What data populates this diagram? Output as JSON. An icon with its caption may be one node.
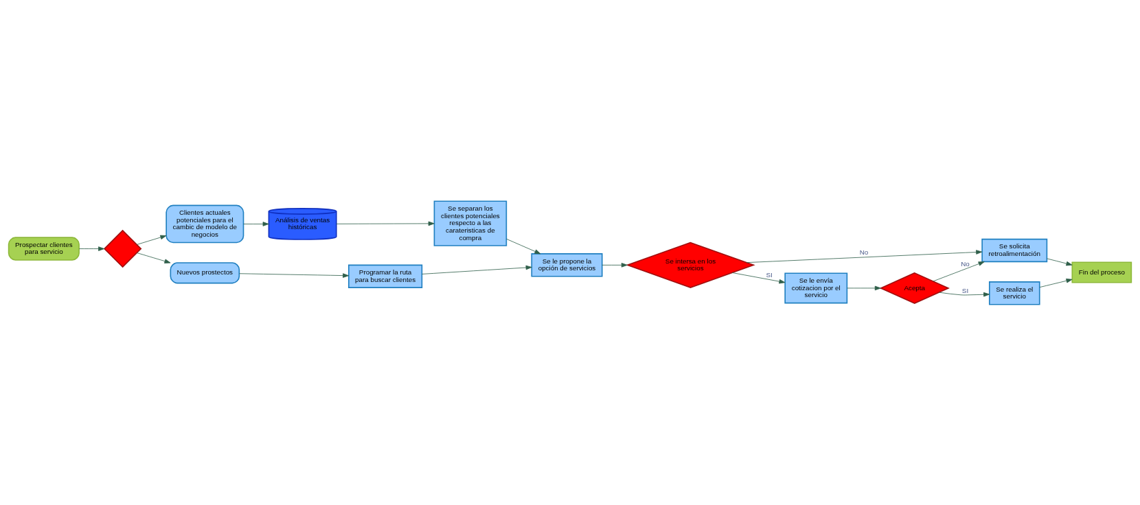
{
  "diagram": {
    "nodes": [
      {
        "text": [
          "Prospectar clientes para servicio"
        ]
      },
      {
        "text": [],
        "shape": "diamond"
      },
      {
        "text": [
          "Clientes actuales potenciales para el cambic de modelo de negocios"
        ]
      },
      {
        "text": [
          "Análisis de ventas históricas"
        ]
      },
      {
        "text": [
          "Se separan los clientes potenciales respecto a las carateristicas de compra"
        ]
      },
      {
        "text": [
          "Nuevos prostectos"
        ]
      },
      {
        "text": [
          "Programar la ruta para buscar clientes"
        ]
      },
      {
        "text": [
          "Se le propone la opción de servicios"
        ]
      },
      {
        "text": [
          "Se intersa en los servicios"
        ]
      },
      {
        "text": [
          "Se solicita retroalimentación"
        ]
      },
      {
        "text": [
          "Fin del proceso"
        ]
      },
      {
        "text": [
          "Se le envía cotizacion por el servicio"
        ]
      },
      {
        "text": [
          "Acepta"
        ]
      },
      {
        "text": [
          "Se realiza el servicio"
        ]
      }
    ],
    "edges": [
      {
        "from": 0,
        "to": 1,
        "arrow": "to"
      },
      {
        "from": 1,
        "to": 2,
        "arrow": "to"
      },
      {
        "from": 1,
        "to": 5,
        "arrow": "to"
      },
      {
        "from": 2,
        "to": 3,
        "arrow": "to"
      },
      {
        "from": 3,
        "to": 4,
        "arrow": "to"
      },
      {
        "from": 4,
        "to": 7,
        "arrow": "to"
      },
      {
        "from": 5,
        "to": 6,
        "arrow": "to"
      },
      {
        "from": 6,
        "to": 7,
        "arrow": "to"
      },
      {
        "from": 7,
        "to": 8,
        "arrow": "to"
      },
      {
        "from": 8,
        "to": 9,
        "arrow": "to",
        "label": "No"
      },
      {
        "from": 8,
        "to": 11,
        "arrow": "to",
        "label": "SI"
      },
      {
        "from": 9,
        "to": 10,
        "arrow": "to"
      },
      {
        "from": 11,
        "to": 12,
        "arrow": "to"
      },
      {
        "from": 12,
        "to": 9,
        "arrow": "to",
        "label": "No"
      },
      {
        "from": 12,
        "to": 13,
        "arrow": "to",
        "label": "SI"
      },
      {
        "from": 13,
        "to": 10,
        "arrow": "to"
      }
    ]
  }
}
